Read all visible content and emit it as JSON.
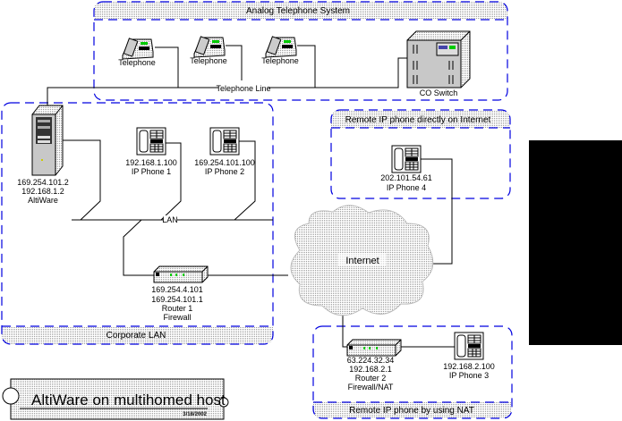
{
  "title_block": {
    "title": "AltiWare on multihomed host",
    "date": "3/18/2002"
  },
  "groups": {
    "analog": "Analog Telephone System",
    "corporate": "Corporate LAN",
    "remote_internet": "Remote IP phone directly on Internet",
    "remote_nat": "Remote IP phone by using NAT"
  },
  "analog": {
    "phones": [
      "Telephone",
      "Telephone",
      "Telephone"
    ],
    "line_label": "Telephone Line",
    "switch_label": "CO Switch"
  },
  "corporate": {
    "server": [
      "169.254.101.2",
      "192.168.1.2",
      "AltiWare"
    ],
    "phone1": [
      "192.168.1.100",
      "IP Phone 1"
    ],
    "phone2": [
      "169.254.101.100",
      "IP Phone 2"
    ],
    "lan_label": "LAN",
    "router1": [
      "169.254.4.101",
      "169.254.101.1",
      "Router 1",
      "Firewall"
    ]
  },
  "internet": {
    "label": "Internet"
  },
  "remote_internet": {
    "phone4": [
      "202.101.54.61",
      "IP Phone 4"
    ]
  },
  "remote_nat": {
    "router2": [
      "63.224.32.34",
      "192.168.2.1",
      "Router 2",
      "Firewall/NAT"
    ],
    "phone3": [
      "192.168.2.100",
      "IP Phone 3"
    ]
  },
  "colors": {
    "group_border": "#0000e0",
    "pattern": "#9a9a9a",
    "led": "#00cc00"
  }
}
